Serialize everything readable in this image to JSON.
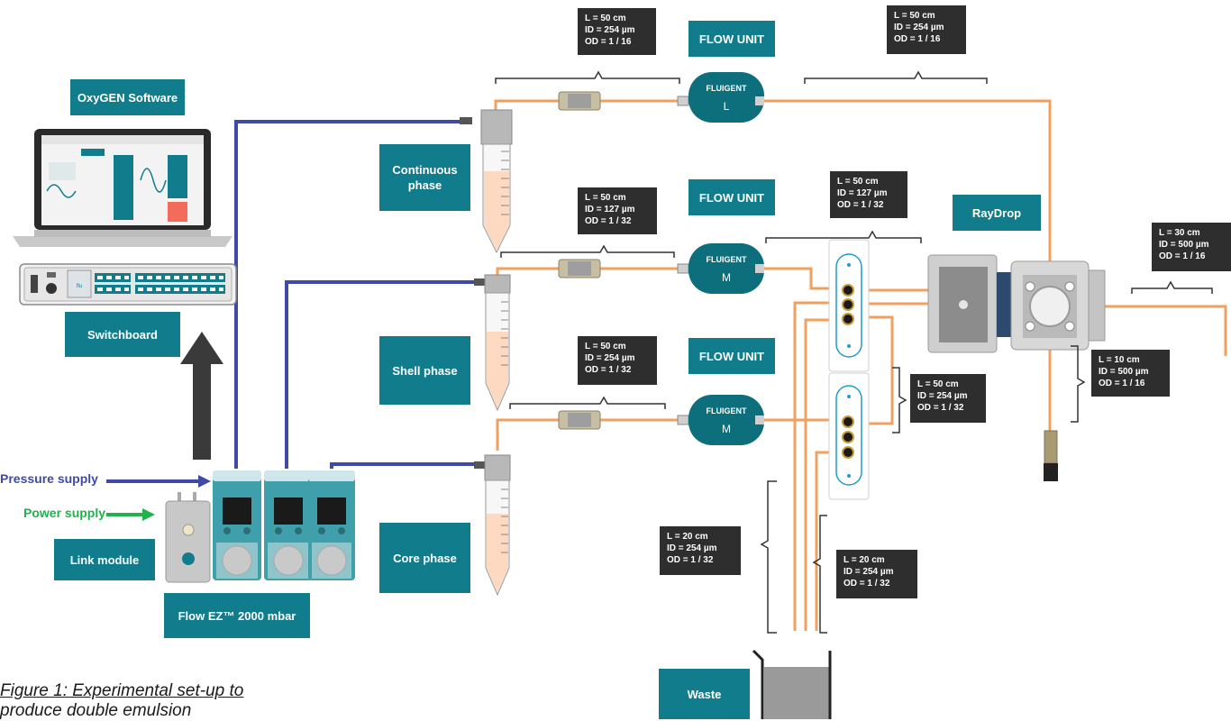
{
  "labels": {
    "software": "OxyGEN Software",
    "switchboard": "Switchboard",
    "link_module": "Link module",
    "flow_ez": "Flow EZ™ 2000 mbar",
    "continuous_phase": "Continuous\nphase",
    "shell_phase": "Shell phase",
    "core_phase": "Core phase",
    "flow_unit_1": "FLOW UNIT",
    "flow_unit_2": "FLOW UNIT",
    "flow_unit_3": "FLOW UNIT",
    "raydrop": "RayDrop",
    "waste": "Waste"
  },
  "supplies": {
    "pressure": "Pressure supply",
    "power": "Power supply"
  },
  "flow_unit_letters": [
    "L",
    "M",
    "M"
  ],
  "flow_unit_brand": "FLUIGENT",
  "tubing_specs": [
    {
      "l": "L = 50 cm",
      "id": "ID = 254 µm",
      "od": "OD = 1 / 16"
    },
    {
      "l": "L = 50 cm",
      "id": "ID = 254 µm",
      "od": "OD = 1 / 16"
    },
    {
      "l": "L = 50 cm",
      "id": "ID = 127 µm",
      "od": "OD = 1 / 32"
    },
    {
      "l": "L = 50 cm",
      "id": "ID = 127 µm",
      "od": "OD = 1 / 32"
    },
    {
      "l": "L = 50 cm",
      "id": "ID = 254 µm",
      "od": "OD = 1 / 32"
    },
    {
      "l": "L = 50 cm",
      "id": "ID = 254 µm",
      "od": "OD = 1 / 32"
    },
    {
      "l": "L = 30 cm",
      "id": "ID = 500 µm",
      "od": "OD = 1 / 16"
    },
    {
      "l": "L = 10 cm",
      "id": "ID = 500 µm",
      "od": "OD = 1 / 16"
    },
    {
      "l": "L = 20 cm",
      "id": "ID = 254 µm",
      "od": "OD = 1 / 32"
    },
    {
      "l": "L = 20 cm",
      "id": "ID = 254 µm",
      "od": "OD = 1 / 32"
    }
  ],
  "caption": {
    "prefix": "Figure 1:",
    "text": " Experimental set-up to ",
    "line2": "produce double emulsion"
  },
  "colors": {
    "label_teal": "#107c8c",
    "spec_dark": "#2e2e2e",
    "tubing_orange": "#f2a060",
    "pressure_blue": "#3f4aa6",
    "power_green": "#22b24c"
  }
}
